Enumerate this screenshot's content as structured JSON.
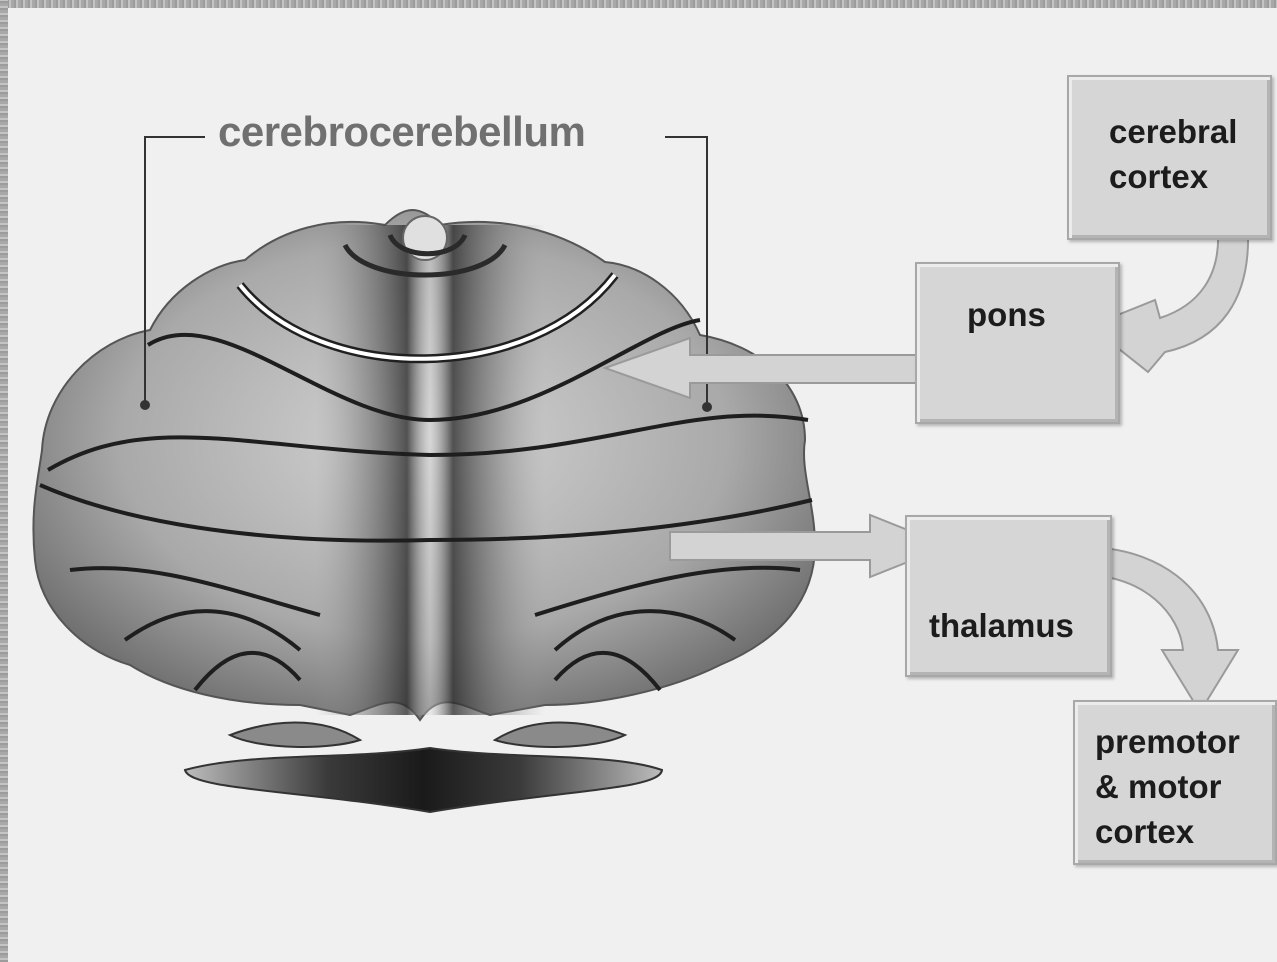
{
  "diagram": {
    "title": "cerebrocerebellum",
    "boxes": {
      "cerebral_cortex": "cerebral\ncortex",
      "pons": "pons",
      "thalamus": "thalamus",
      "premotor_motor_cortex": "premotor\n& motor\ncortex"
    }
  },
  "colors": {
    "background": "#f0f0f0",
    "box_fill": "#d6d6d6",
    "arrow_fill": "#d3d3d3",
    "label_gray": "#707070",
    "fissure": "#1e1e1e"
  }
}
